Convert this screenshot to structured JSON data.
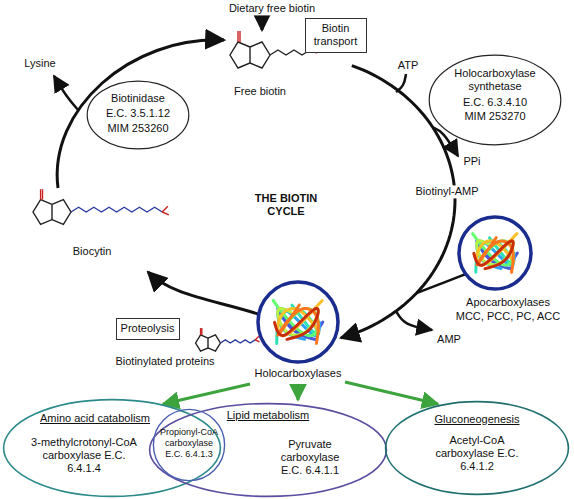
{
  "diagram": {
    "nodes": [
      {
        "text": [
          "Biotin transport"
        ]
      },
      {
        "text": [
          "Biotinidase",
          "E.C. 3.5.1.12",
          "MIM 253260"
        ]
      },
      {
        "text": [
          "Holocarboxylase synthetase",
          "E.C. 6.3.4.10",
          "MIM 253270"
        ]
      },
      {
        "text": [
          "Proteolysis"
        ]
      },
      {
        "text": [
          "Amino acid catabolism",
          "3-methylcrotonyl-CoA carboxylase E.C. 6.4.1.4"
        ]
      },
      {
        "text": [
          "Lipid metabolism",
          "Pyruvate carboxylase E.C. 6.4.1.1"
        ]
      },
      {
        "text": [
          "Propionyl-CoA carboxylase E.C. 6.4.1.3"
        ],
        "in": 5
      },
      {
        "text": [
          "Gluconeogenesis",
          "Acetyl-CoA carboxylase E.C. 6.4.1.2"
        ]
      }
    ],
    "labels": [
      "Dietary free biotin",
      "Lysine",
      "ATP",
      "PPi",
      "Free biotin",
      "Biotinyl-AMP",
      "THE BIOTIN CYCLE",
      "Biocytin",
      "Apocarboxylases",
      "MCC, PCC, PC, ACC",
      "AMP",
      "Biotinylated proteins",
      "Holocarboxylases"
    ]
  }
}
